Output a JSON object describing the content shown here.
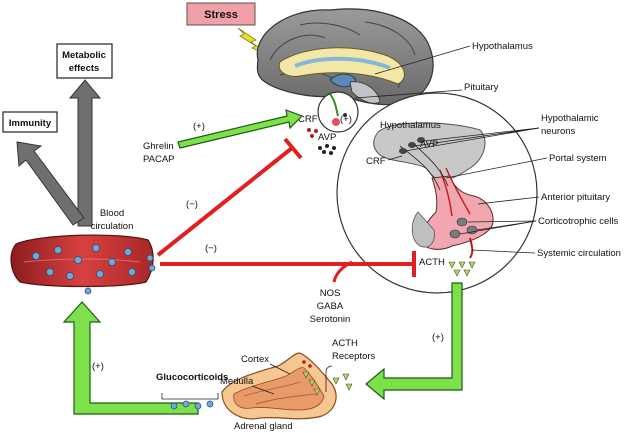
{
  "labels": {
    "stress": "Stress",
    "hypothalamus": "Hypothalamus",
    "pituitary": "Pituitary",
    "crf_top": "CRF",
    "avp_top": "AVP",
    "plus_brain": "(+)",
    "ghrelin": "Ghrelin",
    "pacap": "PACAP",
    "plus_ghrelin": "(+)",
    "metabolic_effects_1": "Metabolic",
    "metabolic_effects_2": "effects",
    "immunity": "Immunity",
    "blood_circulation_1": "Blood",
    "blood_circulation_2": "circulation",
    "minus_upper": "(−)",
    "minus_lower": "(−)",
    "inset_hypothalamus": "Hypothalamus",
    "inset_avp": "AVP",
    "inset_crf": "CRF",
    "hypothalamic_neurons_1": "Hypothalamic",
    "hypothalamic_neurons_2": "neurons",
    "portal_system": "Portal system",
    "anterior_pituitary": "Anterior pituitary",
    "corticotrophic_cells": "Corticotrophic cells",
    "systemic_circulation": "Systemic circulation",
    "acth": "ACTH",
    "nos": "NOS",
    "gaba": "GABA",
    "serotonin": "Serotonin",
    "plus_right": "(+)",
    "cortex": "Cortex",
    "medulla": "Medulla",
    "acth_receptors_1": "ACTH",
    "acth_receptors_2": "Receptors",
    "glucocorticoids": "Glucocorticoids",
    "plus_left": "(+)",
    "adrenal_gland": "Adrenal gland"
  },
  "colors": {
    "green_arrow": "#7ee04a",
    "green_outline": "#1b5e10",
    "red_inhibition": "#e02020",
    "grey_arrow": "#6f6f6f",
    "stress_box": "#f2a0a8",
    "lightning": "#e8e030",
    "vessel": "#d63a3a",
    "adrenal_cortex": "#f6c792"
  }
}
